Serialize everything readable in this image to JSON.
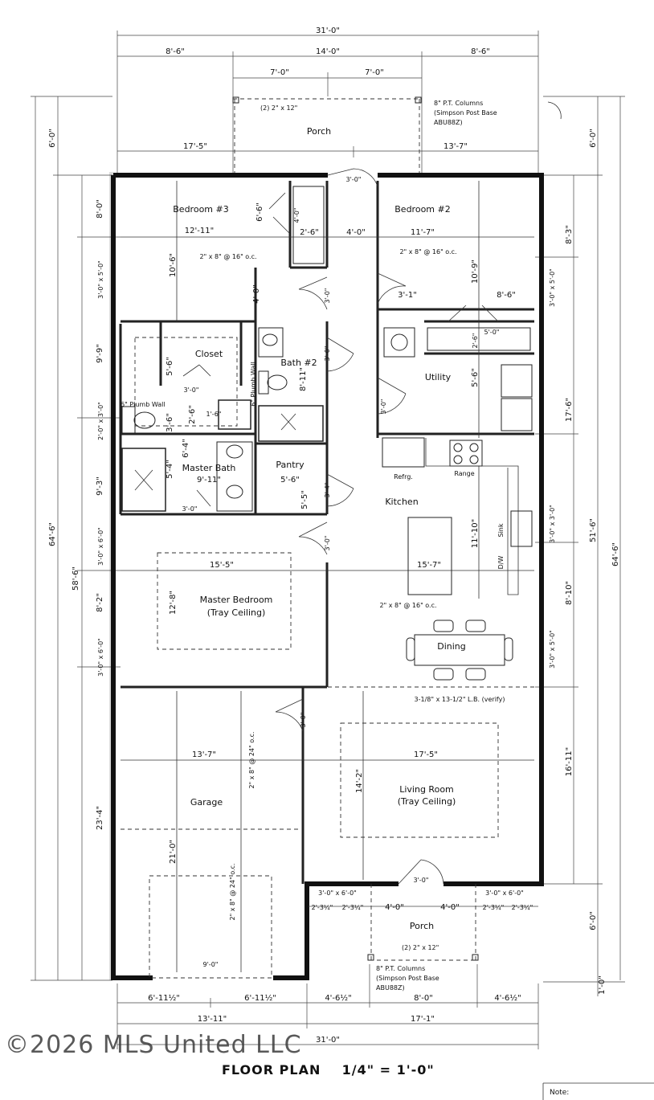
{
  "plan_title": "FLOOR PLAN",
  "plan_scale": "1/4\" = 1'-0\"",
  "watermark": "©2026 MLS United LLC",
  "note_label": "Note:",
  "rooms": {
    "bedroom3": "Bedroom #3",
    "bedroom2": "Bedroom #2",
    "closet": "Closet",
    "bath2": "Bath #2",
    "utility": "Utility",
    "master_bath": "Master Bath",
    "pantry": "Pantry",
    "kitchen": "Kitchen",
    "master_bedroom": "Master Bedroom",
    "master_bedroom_sub": "(Tray Ceiling)",
    "dining": "Dining",
    "garage": "Garage",
    "living_room": "Living Room",
    "living_room_sub": "(Tray Ceiling)",
    "porch_top": "Porch",
    "porch_bottom": "Porch"
  },
  "fixtures": {
    "refrg": "Refrg.",
    "range": "Range",
    "sink": "Sink",
    "dw": "D/W",
    "plumb_wall_1": "6\" Plumb Wall",
    "plumb_wall_2": "6\" Plumb Wall"
  },
  "notes": {
    "top_columns_1": "8\" P.T. Columns",
    "top_columns_2": "(Simpson Post Base",
    "top_columns_3": "ABU88Z)",
    "top_header": "(2) 2\" x 12\"",
    "bottom_columns_1": "8\" P.T. Columns",
    "bottom_columns_2": "(Simpson Post Base",
    "bottom_columns_3": "ABU88Z)",
    "bottom_header": "(2) 2\" x 12\"",
    "joist_bed3": "2\" x 8\" @ 16\" o.c.",
    "joist_bed2": "2\" x 8\" @ 16\" o.c.",
    "joist_main": "2\" x 8\" @ 16\" o.c.",
    "joist_garage_1": "2\" x 8\" @ 24\" o.c.",
    "joist_garage_2": "2\" x 8\" @ 24\" o.c.",
    "beam": "3-1/8\" x 13-1/2\" L.B. (verify)"
  },
  "top_dims": {
    "overall": "31'-0\"",
    "left": "8'-6\"",
    "center": "14'-0\"",
    "right": "8'-6\"",
    "porch_left": "7'-0\"",
    "porch_right": "7'-0\"",
    "porch_offset_left": "17'-5\"",
    "porch_offset_right": "13'-7\""
  },
  "bottom_dims": {
    "garage_left": "6'-11½\"",
    "garage_right": "6'-11½\"",
    "mid_left": "4'-6½\"",
    "porch": "8'-0\"",
    "mid_right": "4'-6½\"",
    "garage_total": "13'-11\"",
    "house_total": "17'-1\"",
    "overall": "31'-0\""
  },
  "left_dims": {
    "overall": "64'-6\"",
    "house": "58'-6\"",
    "porch": "6'-0\"",
    "seg1": "8'-0\"",
    "seg2": "9'-9\"",
    "seg3": "9'-3\"",
    "seg4": "8'-2\"",
    "seg5": "23'-4\""
  },
  "right_dims": {
    "overall": "64'-6\"",
    "house": "51'-6\"",
    "porch": "6'-0\"",
    "seg1": "8'-3\"",
    "seg2": "17'-6\"",
    "seg3": "8'-10\"",
    "seg4": "16'-11\"",
    "seg5": "6'-0\"",
    "seg6": "1'-0\""
  },
  "interior_dims": {
    "bed3_width": "12'-11\"",
    "bed3_depth": "10'-6\"",
    "bed3_closet_h": "6'-6\"",
    "bed3_closet_w": "2'-6\"",
    "bed3_closet_d": "4'-0\"",
    "hall": "4'-0\"",
    "hall_door": "3'-0\"",
    "bed2_width": "11'-7\"",
    "bed2_depth": "10'-9\"",
    "bed2_closet": "8'-6\"",
    "bed2_door": "3'-1\"",
    "closet_depth": "5'-6\"",
    "closet_door": "3'-0\"",
    "bath2_depth": "8'-11\"",
    "bath2_door": "3'-0\"",
    "hall_closet": "4'-0\"",
    "utility_depth": "5'-6\"",
    "utility_door": "3'-0\"",
    "utility_closet": "5'-0\"",
    "utility_closet_d": "2'-6\"",
    "mbath_w": "9'-11\"",
    "mbath_d1": "3'-6\"",
    "mbath_d2": "2'-6\"",
    "mbath_d3": "6'-4\"",
    "mbath_d4": "5'-4\"",
    "mbath_door": "3'-0\"",
    "wc_door": "1'-6\"",
    "pantry_w": "5'-6\"",
    "pantry_d": "5'-5\"",
    "pantry_door": "3'-4\"",
    "mbed_width": "15'-5\"",
    "mbed_depth": "12'-8\"",
    "mbed_door": "3'-0\"",
    "kitchen_width": "15'-7\"",
    "kitchen_depth": "11'-10\"",
    "garage_width": "13'-7\"",
    "garage_depth": "21'-0\"",
    "garage_door_width": "9'-0\"",
    "garage_entry": "3'-0\"",
    "living_width": "17'-5\"",
    "living_depth": "14'-2\"",
    "front_door": "3'-0\"",
    "porch_l1": "2'-3¼\"",
    "porch_l2": "2'-3¼\"",
    "porch_m1": "4'-0\"",
    "porch_m2": "4'-0\"",
    "porch_r1": "2'-3¼\"",
    "porch_r2": "2'-3¼\""
  },
  "windows": {
    "w_bed3_left": "3'-0\" x 5'-0\"",
    "w_bed2_right": "3'-0\" x 5'-0\"",
    "w_mbath": "2'-0\" x 3'-0\"",
    "w_mbed_left1": "3'-0\" x 6'-0\"",
    "w_mbed_left2": "3'-0\" x 6'-0\"",
    "w_kitchen_right": "3'-0\" x 3'-0\"",
    "w_dining_right": "3'-0\" x 5'-0\"",
    "w_porch_left": "3'-0\" x 6'-0\"",
    "w_porch_right": "3'-0\" x 6'-0\""
  }
}
